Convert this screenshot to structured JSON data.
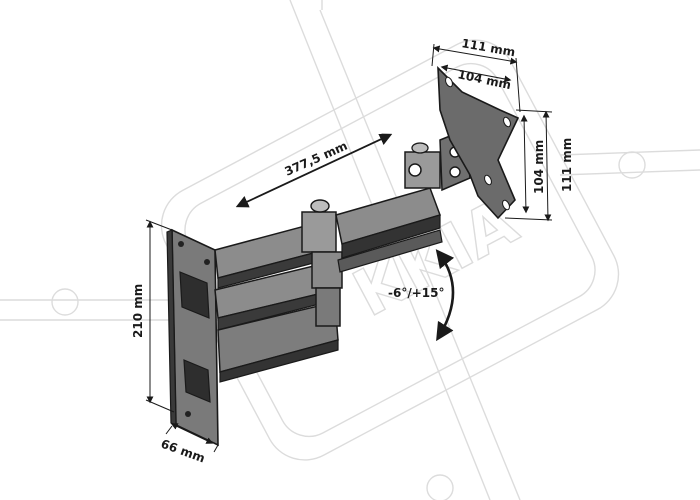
{
  "watermark": {
    "text": "KKIA"
  },
  "dimensions": {
    "arm_length": "377,5 mm",
    "plate_outer_width": "111 mm",
    "plate_inner_width": "104 mm",
    "plate_inner_height": "104 mm",
    "plate_outer_height": "111 mm",
    "wall_plate_height": "210 mm",
    "wall_plate_width": "66 mm"
  },
  "tilt": {
    "label": "-6°/+15°"
  },
  "colors": {
    "line": "#1a1a1a",
    "metal": "#6b6b6b",
    "metal_dark": "#2e2e2e",
    "watermark": "#dcdcdc"
  }
}
